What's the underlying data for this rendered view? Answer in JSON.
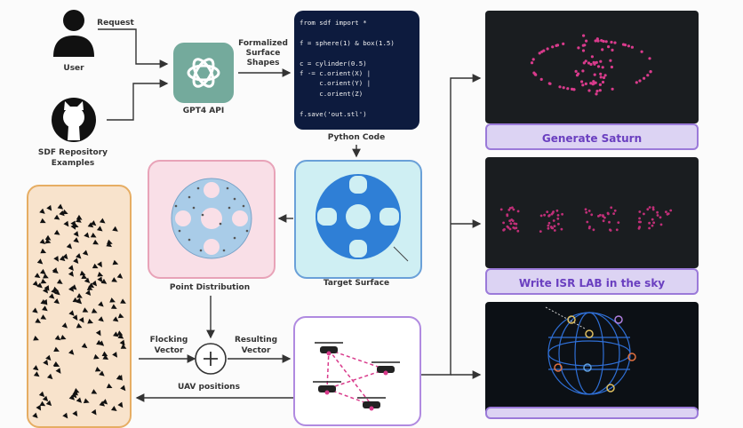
{
  "labels": {
    "request": "Request",
    "user": "User",
    "sdf_repo_line1": "SDF Repository",
    "sdf_repo_line2": "Examples",
    "gpt4": "GPT4 API",
    "formalized_line1": "Formalized",
    "formalized_line2": "Surface",
    "formalized_line3": "Shapes",
    "python_code": "Python Code",
    "target_surface": "Target Surface",
    "point_distribution": "Point Distribution",
    "flocking_line1": "Flocking",
    "flocking_line2": "Vector",
    "resulting_line1": "Resulting",
    "resulting_line2": "Vector",
    "uav_positions": "UAV positions",
    "plus": "+"
  },
  "code_lines": [
    "from sdf import *",
    "",
    "f = sphere(1) & box(1.5)",
    "",
    "c = cylinder(0.5)",
    "f -= c.orient(X) |",
    "     c.orient(Y) |",
    "     c.orient(Z)",
    "",
    "f.save('out.stl')"
  ],
  "results": [
    {
      "caption": "Generate Saturn"
    },
    {
      "caption": "Write ISR LAB in the sky"
    }
  ],
  "colors": {
    "gpt_green": "#74aa9c",
    "code_bg": "#0d1b3e",
    "pink_border": "#e8a3b8",
    "blue_border": "#6aa0d8",
    "purple_border": "#b08ae0",
    "orange_border": "#e6ad63",
    "caption_bg": "#dcd3f3",
    "caption_text": "#6a3fc0",
    "drone_magenta": "#d93b8c"
  },
  "icons": [
    "user-icon",
    "github-icon",
    "openai-logo-icon",
    "plus-circle-icon",
    "drone-icon"
  ]
}
